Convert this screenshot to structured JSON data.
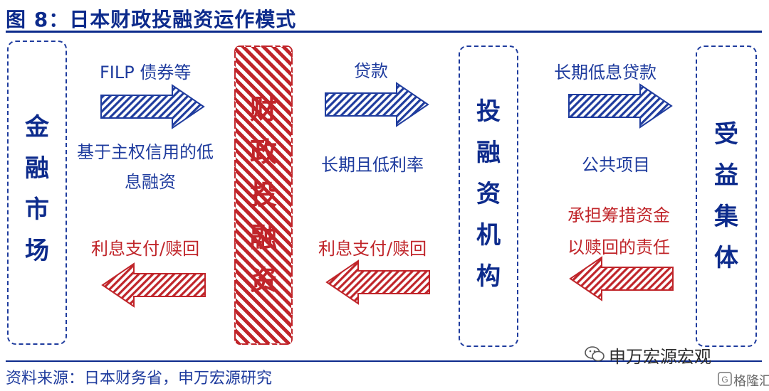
{
  "title": "图 8：日本财政投融资运作模式",
  "nodes": {
    "financial_market": [
      "金",
      "融",
      "市",
      "场"
    ],
    "filp": [
      "财",
      "政",
      "投",
      "融",
      "资"
    ],
    "institution": [
      "投",
      "融",
      "资",
      "机",
      "构"
    ],
    "beneficiary": [
      "受",
      "益",
      "集",
      "体"
    ]
  },
  "labels": {
    "filp_bonds": "FILP 债券等",
    "sovereign_credit_1": "基于主权信用的低",
    "sovereign_credit_2": "息融资",
    "loan": "贷款",
    "long_low_rate": "长期且低利率",
    "long_low_loan": "长期低息贷款",
    "public_projects": "公共项目",
    "interest_payment_left": "利息支付/赎回",
    "interest_payment_mid": "利息支付/赎回",
    "responsibility_1": "承担筹措资金",
    "responsibility_2": "以赎回的责任"
  },
  "source": "资料来源：日本财务省，申万宏源研究",
  "watermark": "申万宏源宏观",
  "watermark2": "格隆汇",
  "colors": {
    "blue": "#1f3c9e",
    "dark_blue": "#0d2b8c",
    "red": "#c0252a"
  }
}
